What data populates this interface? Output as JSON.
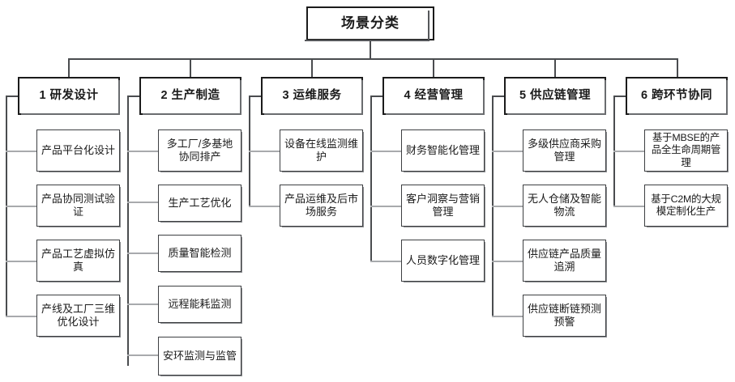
{
  "diagram": {
    "title": "场景分类",
    "root": {
      "label": "场景分类"
    },
    "columns": [
      {
        "header": "1 研发设计",
        "items": [
          "产品平台化设计",
          "产品协同测试验证",
          "产品工艺虚拟仿真",
          "产线及工厂三维优化设计"
        ]
      },
      {
        "header": "2 生产制造",
        "items": [
          "多工厂/多基地协同排产",
          "生产工艺优化",
          "质量智能检测",
          "远程能耗监测",
          "安环监测与监管"
        ]
      },
      {
        "header": "3 运维服务",
        "items": [
          "设备在线监测维护",
          "产品运维及后市场服务"
        ]
      },
      {
        "header": "4 经营管理",
        "items": [
          "财务智能化管理",
          "客户洞察与营销管理",
          "人员数字化管理"
        ]
      },
      {
        "header": "5 供应链管理",
        "items": [
          "多级供应商采购管理",
          "无人仓储及智能物流",
          "供应链产品质量追溯",
          "供应链断链预测预警"
        ]
      },
      {
        "header": "6 跨环节协同",
        "items": [
          "基于MBSE的产品全生命周期管理",
          "基于C2M的大规模定制化生产"
        ]
      }
    ]
  },
  "colors": {
    "background": "#ffffff",
    "box_border": "#1b1b1b",
    "leaf_border": "#3d3f42",
    "connector": "#4a4c4f",
    "stub": "#a8aaad",
    "text": "#1a1a1a"
  }
}
